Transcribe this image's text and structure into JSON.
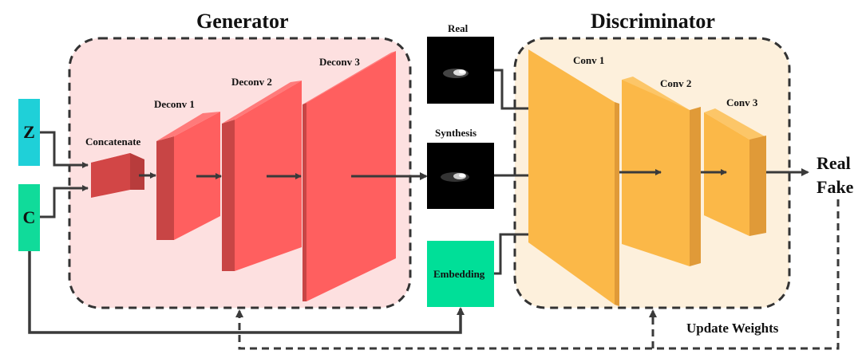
{
  "generator": {
    "title": "Generator",
    "concat_label": "Concatenate",
    "deconv1_label": "Deconv 1",
    "deconv2_label": "Deconv 2",
    "deconv3_label": "Deconv 3"
  },
  "discriminator": {
    "title": "Discriminator",
    "conv1_label": "Conv 1",
    "conv2_label": "Conv 2",
    "conv3_label": "Conv 3"
  },
  "inputs": {
    "z_label": "Z",
    "c_label": "C"
  },
  "images": {
    "real_label": "Real",
    "synthesis_label": "Synthesis"
  },
  "embedding_label": "Embedding",
  "outputs": {
    "real_label": "Real",
    "fake_label": "Fake"
  },
  "update_weights_label": "Update Weights",
  "colors": {
    "generator_bg": "#fde0e0",
    "discriminator_bg": "#fdf0dc",
    "deconv": "#ff5f5f",
    "deconv_side": "#c84545",
    "conv": "#fbb848",
    "conv_side": "#e09a38",
    "z_box": "#1fd0d8",
    "c_box": "#10db9a",
    "embedding": "#00df98",
    "arrow": "#3a3a3a"
  }
}
